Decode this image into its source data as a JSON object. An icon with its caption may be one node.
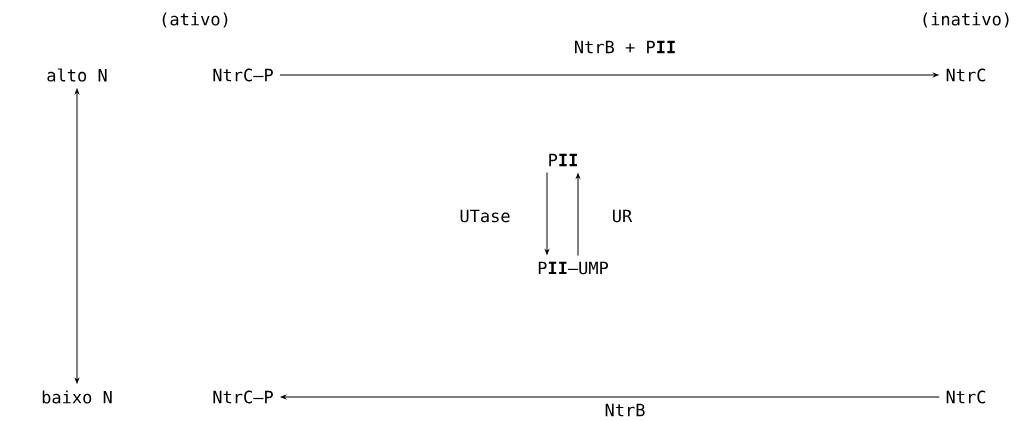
{
  "diagram": {
    "nodes": [
      {
        "text": [
          "alto N"
        ]
      },
      {
        "text": [
          "baixo N"
        ]
      },
      {
        "text": [
          "NtrC–P"
        ],
        "beside": [
          "(ativo)"
        ]
      },
      {
        "text": [
          "NtrC"
        ],
        "beside": [
          "(inativo)"
        ]
      },
      {
        "text": [
          "P**II**"
        ]
      },
      {
        "text": [
          "P**II**–UMP"
        ]
      },
      {
        "text": [
          "NtrC–P"
        ]
      },
      {
        "text": [
          "NtrC"
        ]
      }
    ],
    "edges": [
      {
        "from": 0,
        "to": 1,
        "arrow": "both"
      },
      {
        "from": 2,
        "to": 3,
        "arrow": "to",
        "label": "NtrB + P**II**"
      },
      {
        "from": 4,
        "to": 5,
        "arrow": "to",
        "label": "UTase"
      },
      {
        "from": 5,
        "to": 4,
        "arrow": "to",
        "label": "UR"
      },
      {
        "from": 7,
        "to": 6,
        "arrow": "to",
        "label": "NtrB"
      }
    ]
  }
}
